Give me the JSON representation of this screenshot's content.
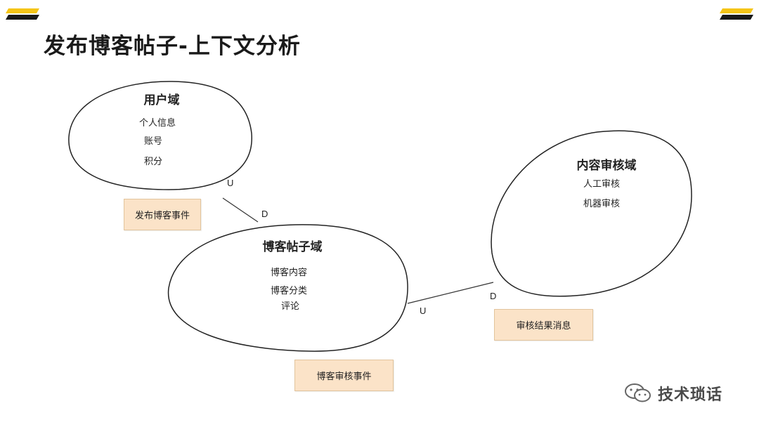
{
  "slide": {
    "title": "发布博客帖子-上下文分析",
    "accent_color": "#f5c518",
    "accent_dark": "#1a1a1a"
  },
  "domains": {
    "user": {
      "title": "用户域",
      "items": [
        "个人信息",
        "账号",
        "积分"
      ]
    },
    "post": {
      "title": "博客帖子域",
      "items": [
        "博客内容",
        "博客分类",
        "评论"
      ]
    },
    "review": {
      "title": "内容审核域",
      "items": [
        "人工审核",
        "机器审核"
      ]
    }
  },
  "relations": {
    "user_post": {
      "upstream": "U",
      "downstream": "D"
    },
    "post_review": {
      "upstream": "U",
      "downstream": "D"
    }
  },
  "events": {
    "publish": "发布博客事件",
    "post_review": "博客审核事件",
    "review_result": "审核结果消息"
  },
  "event_color": "#fbe3c8",
  "watermark": {
    "icon": "wechat-icon",
    "text": "技术琐话"
  }
}
